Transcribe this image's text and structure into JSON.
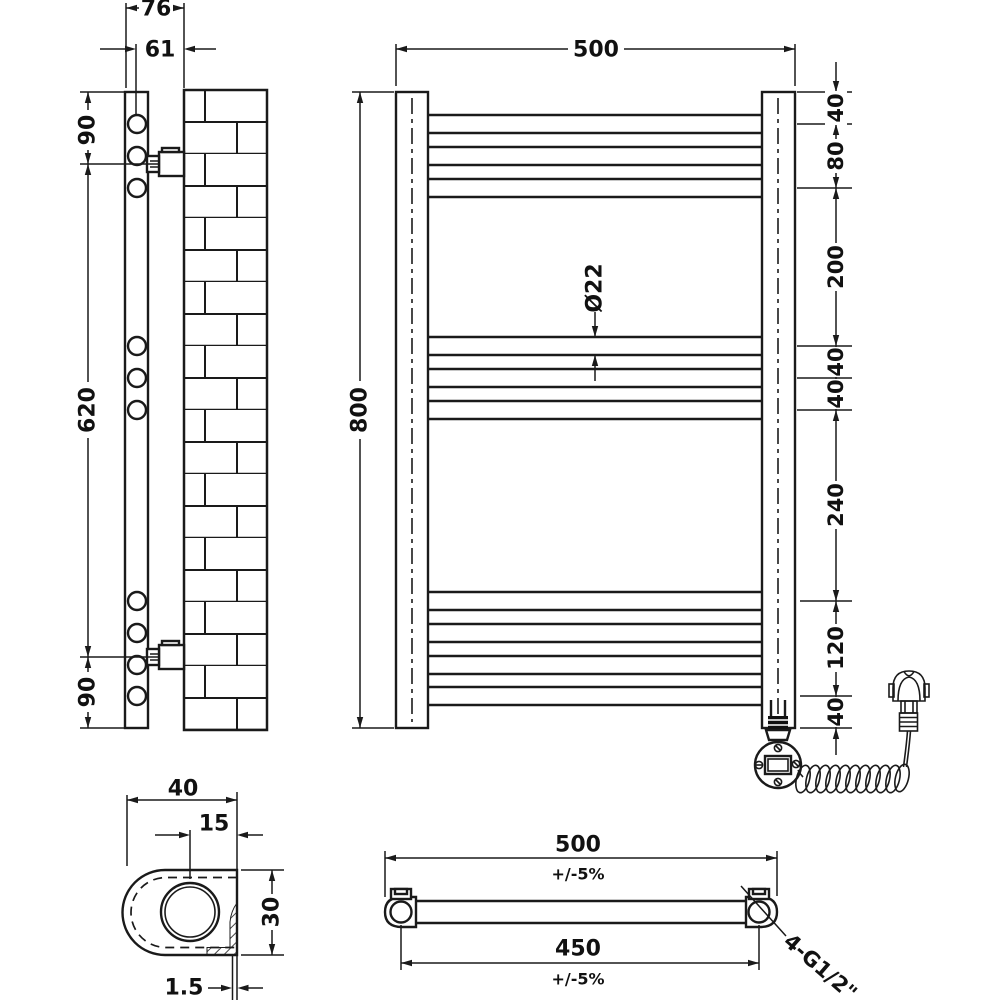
{
  "drawing": {
    "side_view": {
      "overall_depth": "76",
      "tube_center_depth": "61",
      "top_fixing": "90",
      "fixing_centers": "620",
      "bottom_fixing": "90"
    },
    "front_view": {
      "overall_width": "500",
      "overall_height": "800",
      "tube_diameter": "Ø22",
      "right_chain": [
        "40",
        "80",
        "200",
        "40",
        "40",
        "240",
        "120",
        "40"
      ]
    },
    "section_view": {
      "profile_width": "40",
      "tube_offset": "15",
      "profile_height": "30",
      "wall_thickness": "1.5"
    },
    "top_view": {
      "overall_width": "500",
      "overall_width_tolerance": "+/-5%",
      "connection_centers": "450",
      "connection_centers_tolerance": "+/-5%",
      "thread_spec": "4-G1/2\""
    }
  }
}
